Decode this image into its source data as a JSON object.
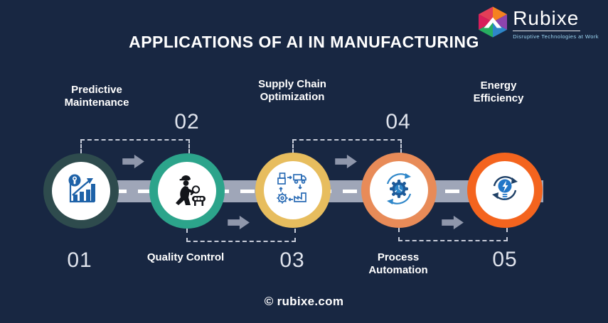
{
  "page": {
    "title": "APPLICATIONS OF AI IN MANUFACTURING",
    "footer": "© rubixe.com",
    "background_color": "#182742"
  },
  "logo": {
    "brand": "Rubixe",
    "tagline": "Disruptive Technologies at Work",
    "icon": "rubixe-cube-logo"
  },
  "timeline": {
    "road_color": "#9FA6B8",
    "road_dash_color": "#FFFFFF",
    "block_arrow_color": "#8F97AB",
    "bracket_dash_color": "#C7CCD9"
  },
  "steps": [
    {
      "number": "01",
      "label_line1": "Predictive",
      "label_line2": "Maintenance",
      "ring_color": "#2E4B4D",
      "icon": "predictive-maintenance-icon"
    },
    {
      "number": "02",
      "label_line1": "Quality Control",
      "label_line2": "",
      "ring_color": "#2CA48B",
      "icon": "quality-control-icon"
    },
    {
      "number": "03",
      "label_line1": "Supply Chain",
      "label_line2": "Optimization",
      "ring_color": "#E7BD5E",
      "icon": "supply-chain-icon"
    },
    {
      "number": "04",
      "label_line1": "Process",
      "label_line2": "Automation",
      "ring_color": "#E88B58",
      "icon": "process-automation-icon"
    },
    {
      "number": "05",
      "label_line1": "Energy",
      "label_line2": "Efficiency",
      "ring_color": "#F4641E",
      "icon": "energy-efficiency-icon"
    }
  ]
}
